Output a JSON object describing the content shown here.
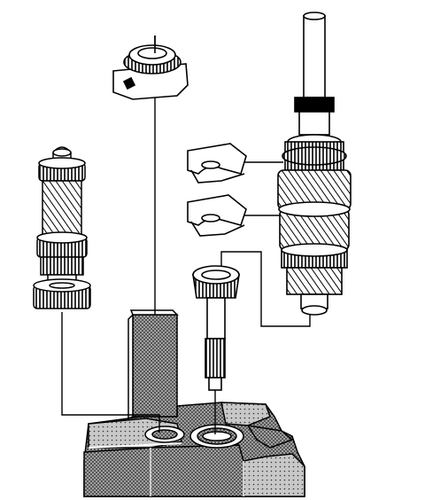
{
  "diagram": {
    "callouts": [],
    "colors": {
      "line": "#000000",
      "fill": "#ffffff",
      "shade_dot": "#222222",
      "shade_bg": "#9a9a9a"
    },
    "parts": [
      {
        "id": "input-shaft",
        "icon": "gear-shaft-icon"
      },
      {
        "id": "countershaft-gear",
        "icon": "gear-cluster-icon"
      },
      {
        "id": "bearing-retainer",
        "icon": "bearing-retainer-icon"
      },
      {
        "id": "shift-fork-upper",
        "icon": "shift-fork-icon"
      },
      {
        "id": "shift-fork-lower",
        "icon": "shift-fork-icon"
      },
      {
        "id": "output-shaft-assembly",
        "icon": "shaft-assembly-icon"
      },
      {
        "id": "bearing-cup",
        "icon": "bearing-cup-icon"
      },
      {
        "id": "transmission-case",
        "icon": "case-housing-icon"
      }
    ]
  }
}
